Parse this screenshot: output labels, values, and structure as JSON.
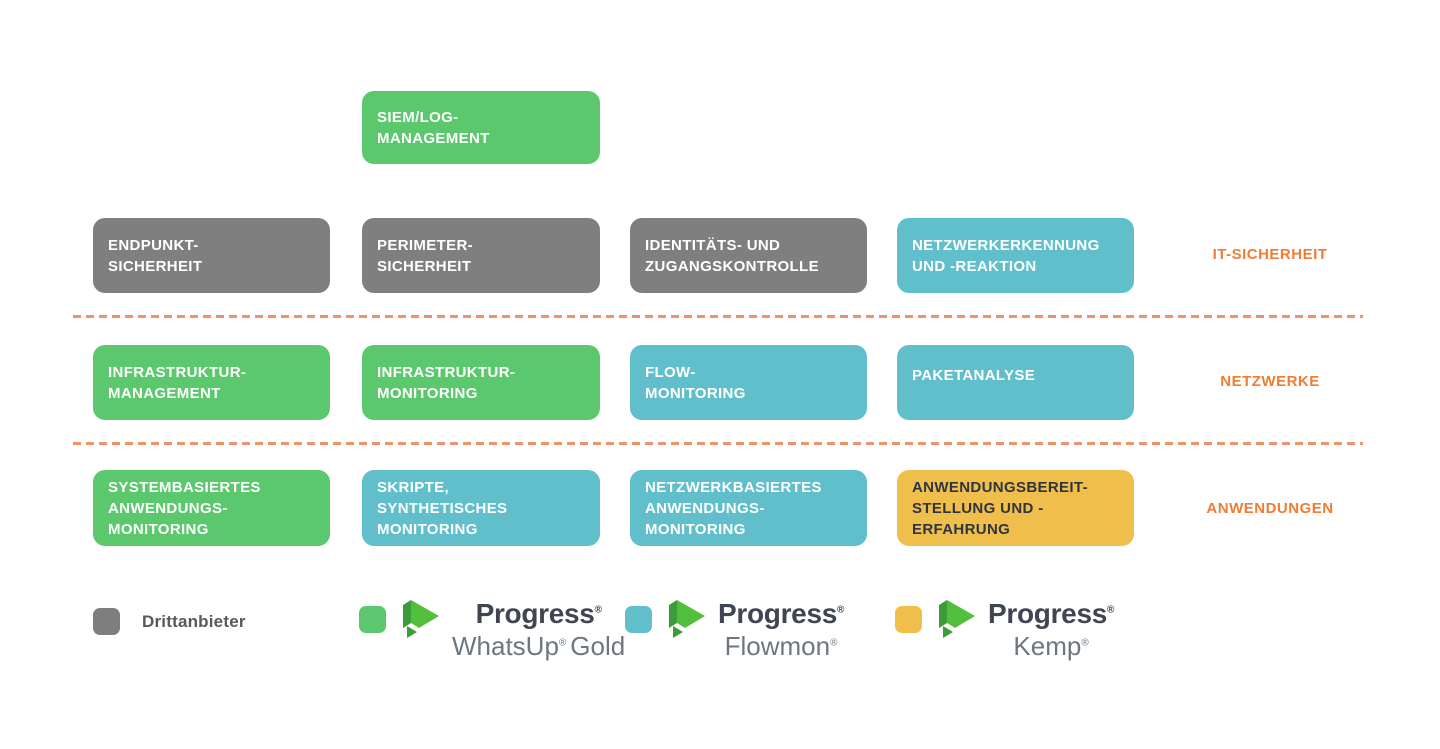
{
  "palette": {
    "green": "#5bc86d",
    "teal": "#60bfcb",
    "gray": "#7f7f7f",
    "yellow": "#f0be4a",
    "orange": "#ef7d31",
    "dash_orange": "#f0916a",
    "box_text_dark": "#2e3440",
    "legend_text": "#58595b",
    "brand_text": "#3e4651",
    "product_text": "#6d7780",
    "logo_green_bright": "#51be3c",
    "logo_green_dark": "#3c9c39"
  },
  "reg": "®",
  "boxes": {
    "siem": {
      "text": "SIEM/LOG-\nMANAGEMENT"
    },
    "endpunkt": {
      "text": "ENDPUNKT-\nSICHERHEIT"
    },
    "perimeter": {
      "text": "PERIMETER-\nSICHERHEIT"
    },
    "identitaet": {
      "text": "IDENTITÄTS- UND\nZUGANGSKONTROLLE"
    },
    "netzwerkerkennung": {
      "text": "NETZWERKERKENNUNG\nUND -REAKTION"
    },
    "infrastruktur_management": {
      "text": "INFRASTRUKTUR-\nMANAGEMENT"
    },
    "infrastruktur_monitoring": {
      "text": "INFRASTRUKTUR-\nMONITORING"
    },
    "flow_monitoring": {
      "text": "FLOW-\nMONITORING"
    },
    "paketanalyse": {
      "text": "PAKETANALYSE"
    },
    "systembasiertes": {
      "text": "SYSTEMBASIERTES\nANWENDUNGS-\nMONITORING"
    },
    "skripte": {
      "text": "SKRIPTE,\nSYNTHETISCHES\nMONITORING"
    },
    "netzwerkbasiertes": {
      "text": "NETZWERKBASIERTES\nANWENDUNGS-\nMONITORING"
    },
    "anwendungsbereitstellung": {
      "text": "ANWENDUNGSBEREIT-\nSTELLUNG UND -\nERFAHRUNG"
    }
  },
  "row_labels": {
    "it_sicherheit": "IT-SICHERHEIT",
    "netzwerke": "NETZWERKE",
    "anwendungen": "ANWENDUNGEN"
  },
  "legend": {
    "drittanbieter_label": "Drittanbieter",
    "brands": {
      "whatsup_gold": {
        "brand": "Progress",
        "product_pre": "WhatsUp",
        "product_post": "Gold"
      },
      "flowmon": {
        "brand": "Progress",
        "product_pre": "Flowmon",
        "product_post": ""
      },
      "kemp": {
        "brand": "Progress",
        "product_pre": "Kemp",
        "product_post": ""
      }
    }
  }
}
